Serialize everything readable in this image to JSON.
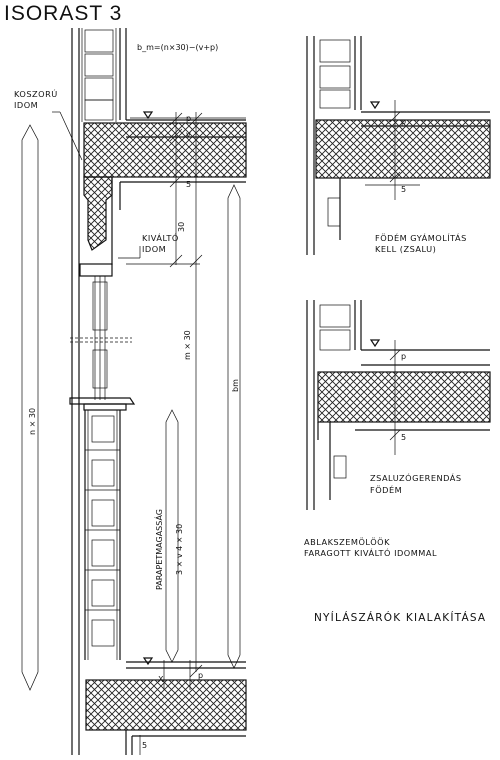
{
  "title": "ISORAST 3",
  "formula": "b_m=(n×30)−(v+p)",
  "labels": {
    "koszoru_1": "KOSZORÚ",
    "koszoru_2": "IDOM",
    "kivalto_1": "KIVÁLTÓ",
    "kivalto_2": "IDOM",
    "fodem_1": "FÖDÉM GYÁMOLÍTÁS",
    "fodem_2": "KELL (ZSALU)",
    "zsaluzo_1": "ZSALUZÓGERENDÁS",
    "zsaluzo_2": "FÖDÉM",
    "ablak_1": "ABLAKSZEMÖLÖÖK",
    "ablak_2": "FARAGOTT KIVÁLTÓ IDOMMAL",
    "main": "NYÍLÁSZÁRÓK KIALAKÍTÁSA"
  },
  "dims": {
    "p": "p",
    "v": "v",
    "s5": "5",
    "s30": "30",
    "mx30": "m × 30",
    "bm": "bm",
    "nx30": "n × 30",
    "parapet": "PARAPETMAGASSÁG",
    "parapet_val": "3 × v 4 × 30",
    "x": "X"
  }
}
